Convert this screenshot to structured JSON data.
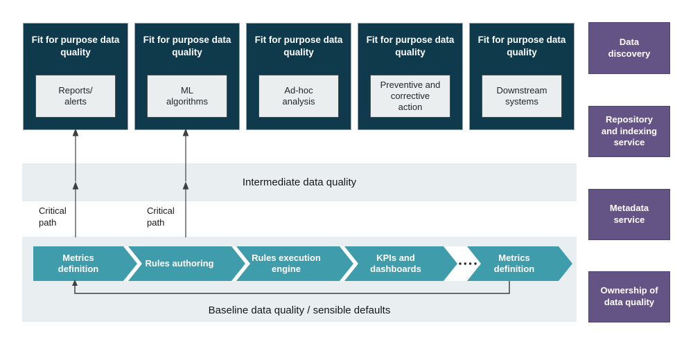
{
  "palette": {
    "navy": "#0e3a4b",
    "teal": "#3f9cab",
    "purple": "#645385",
    "band_bg": "#e9eef1",
    "line": "#3c4043"
  },
  "top_boxes": [
    {
      "title": "Fit for purpose data\nquality",
      "item": "Reports/\nalerts"
    },
    {
      "title": "Fit for purpose data\nquality",
      "item": "ML\nalgorithms"
    },
    {
      "title": "Fit for purpose data\nquality",
      "item": "Ad-hoc\nanalysis"
    },
    {
      "title": "Fit for purpose data\nquality",
      "item": "Preventive and\ncorrective\naction"
    },
    {
      "title": "Fit for purpose data\nquality",
      "item": "Downstream\nsystems"
    }
  ],
  "bands": {
    "intermediate": "Intermediate data quality",
    "baseline": "Baseline data quality / sensible defaults"
  },
  "critical_path": {
    "left": "Critical\npath",
    "right": "Critical\npath"
  },
  "flow": {
    "segments": [
      {
        "label": "Metrics\ndefinition"
      },
      {
        "label": "Rules authoring"
      },
      {
        "label": "Rules execution\nengine"
      },
      {
        "label": "KPIs and\ndashboards"
      },
      {
        "label": "Metrics\ndefinition"
      }
    ]
  },
  "side_boxes": [
    {
      "label": "Data\ndiscovery"
    },
    {
      "label": "Repository\nand indexing\nservice"
    },
    {
      "label": "Metadata\nservice"
    },
    {
      "label": "Ownership of\ndata quality"
    }
  ]
}
